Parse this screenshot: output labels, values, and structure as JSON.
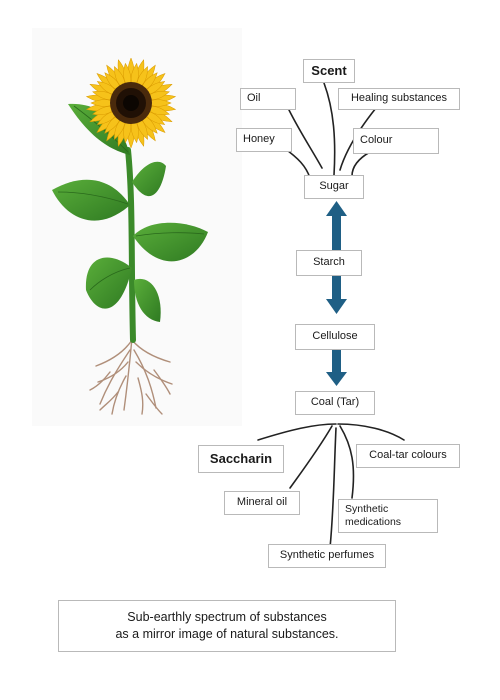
{
  "labels": {
    "scent": "Scent",
    "oil": "Oil",
    "healing": "Healing substances",
    "honey": "Honey",
    "colour": "Colour",
    "sugar": "Sugar",
    "starch": "Starch",
    "cellulose": "Cellulose",
    "coal": "Coal (Tar)",
    "saccharin": "Saccharin",
    "coal_tar_colours": "Coal-tar colours",
    "mineral_oil": "Mineral oil",
    "synthetic_medications": "Synthetic medications",
    "synthetic_perfumes": "Synthetic perfumes"
  },
  "caption": {
    "line1": "Sub-earthly spectrum of substances",
    "line2": "as a mirror image of natural substances."
  },
  "illustration": {
    "icon": "sunflower-icon"
  },
  "colors": {
    "arrow": "#1f5f85",
    "petal": "#f6c21a",
    "leaf": "#3f8f2b",
    "root": "#b08f7a"
  }
}
